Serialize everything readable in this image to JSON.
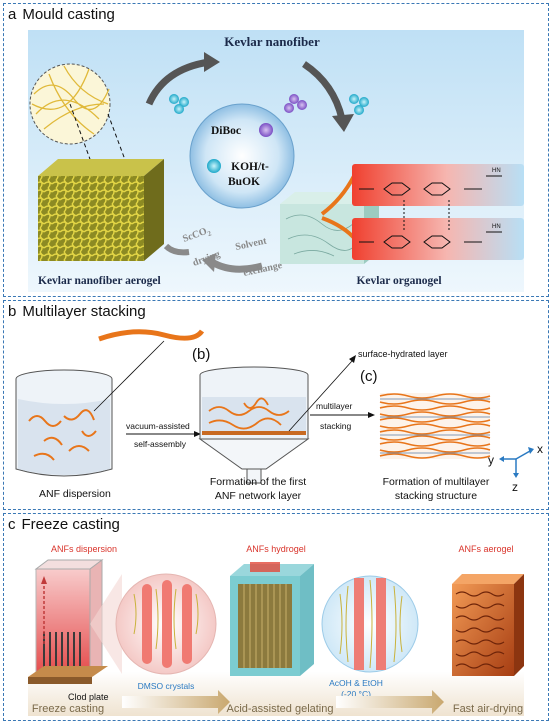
{
  "panel_a": {
    "letter": "a",
    "title": "Mould casting",
    "kevlar_nanofiber": "Kevlar nanofiber",
    "diboc": "DiBoc",
    "koh_line1": "KOH/t-",
    "koh_line2": "BuOK",
    "scco2": "ScCO",
    "scco2_sub": "2",
    "drying": "drying",
    "solvent": "Solvent",
    "exchange": "exchange",
    "aerogel": "Kevlar nanofiber aerogel",
    "organogel": "Kevlar organogel",
    "hn": "HN"
  },
  "panel_b": {
    "letter": "b",
    "title": "Multilayer stacking",
    "label_b": "(b)",
    "label_c": "(c)",
    "vacuum_line1": "vacuum-assisted",
    "vacuum_line2": "self-assembly",
    "surface_layer": "surface-hydrated layer",
    "multilayer_line1": "multilayer",
    "multilayer_line2": "stacking",
    "anf_dispersion": "ANF dispersion",
    "first_layer_line1": "Formation of the first",
    "first_layer_line2": "ANF network layer",
    "stacking_line1": "Formation of multilayer",
    "stacking_line2": "stacking structure",
    "axis_x": "x",
    "axis_y": "y",
    "axis_z": "z"
  },
  "panel_c": {
    "letter": "c",
    "title": "Freeze casting",
    "anfs_dispersion": "ANFs dispersion",
    "anfs_hydrogel": "ANFs hydrogel",
    "anfs_aerogel": "ANFs aerogel",
    "dmso_crystals": "DMSO crystals",
    "acoh_etoh": "AcOH & EtOH",
    "temp": "(-20 °C)",
    "clod_plate": "Clod plate",
    "freeze_casting": "Freeze casting",
    "acid_gelating": "Acid-assisted gelating",
    "air_drying": "Fast air-drying"
  },
  "colors": {
    "panel_border": "#3a78b5",
    "fiber_orange": "#e8751a",
    "sky_blue": "#d6ecf8",
    "red_gradient": "#f25c4b",
    "blue_text": "#2a7ac2",
    "red_text": "#d9342b"
  }
}
